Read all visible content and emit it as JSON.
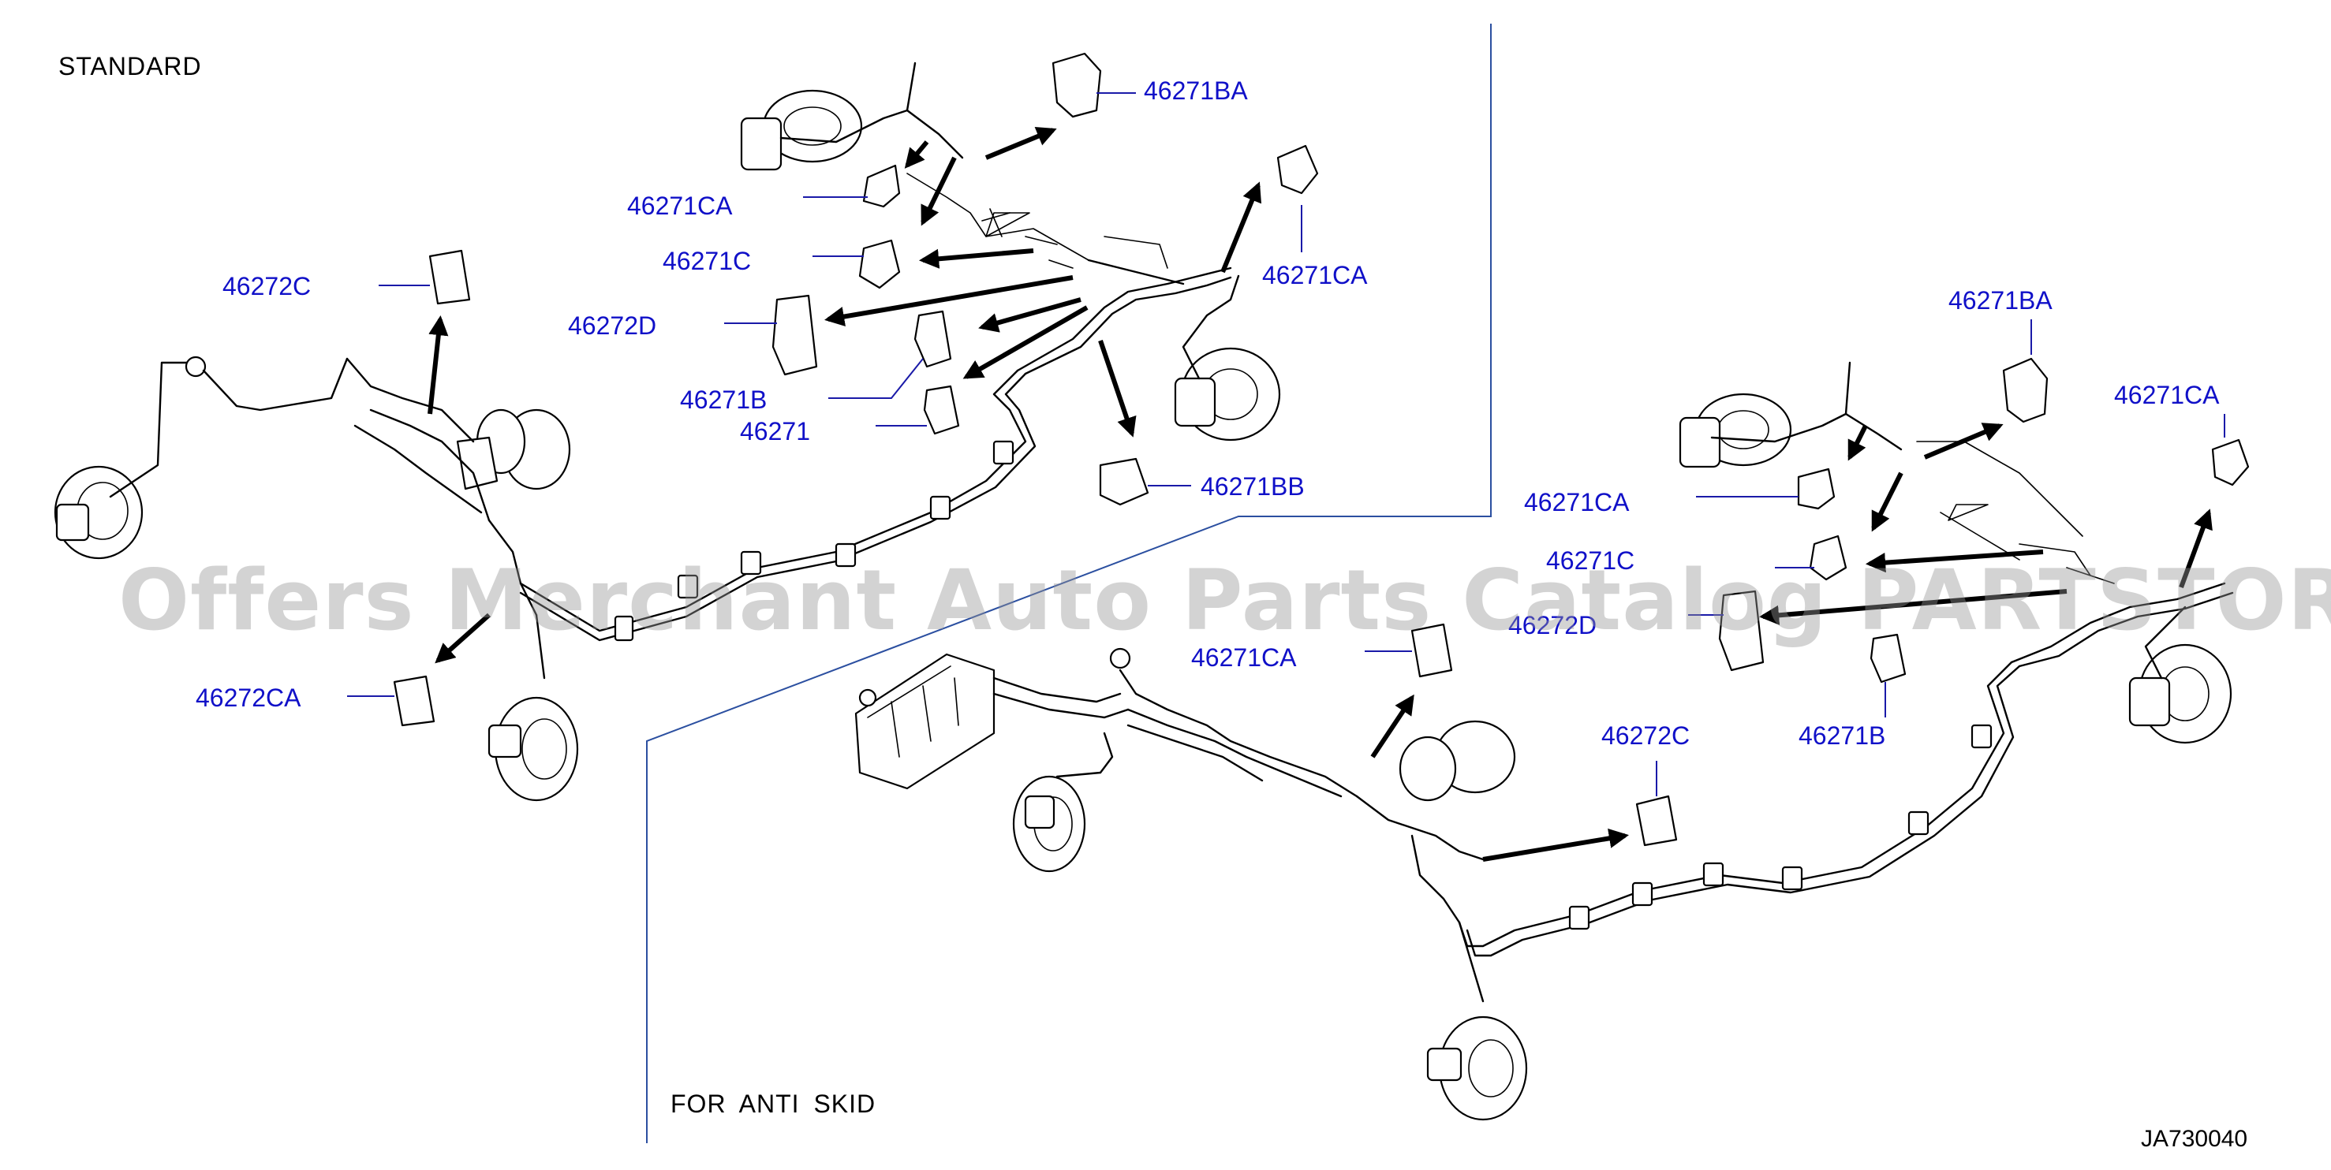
{
  "sections": {
    "standard_title": "STANDARD",
    "anti_skid_title": "FOR  ANTI  SKID"
  },
  "diagram_code": "JA730040",
  "watermark": "Offers Merchant Auto Parts Catalog PARTSTORE.SA",
  "standard_labels": [
    "46271BA",
    "46271CA",
    "46271C",
    "46271CA",
    "46272D",
    "46271B",
    "46271",
    "46271BB",
    "46272C",
    "46272CA"
  ],
  "anti_skid_labels": [
    "46271BA",
    "46271CA",
    "46271CA",
    "46271C",
    "46272D",
    "46271B",
    "46271CA",
    "46272C"
  ],
  "colors": {
    "label": "#1010c8",
    "divider": "#2b4fa0",
    "line": "#000000",
    "watermark": "#969696"
  }
}
